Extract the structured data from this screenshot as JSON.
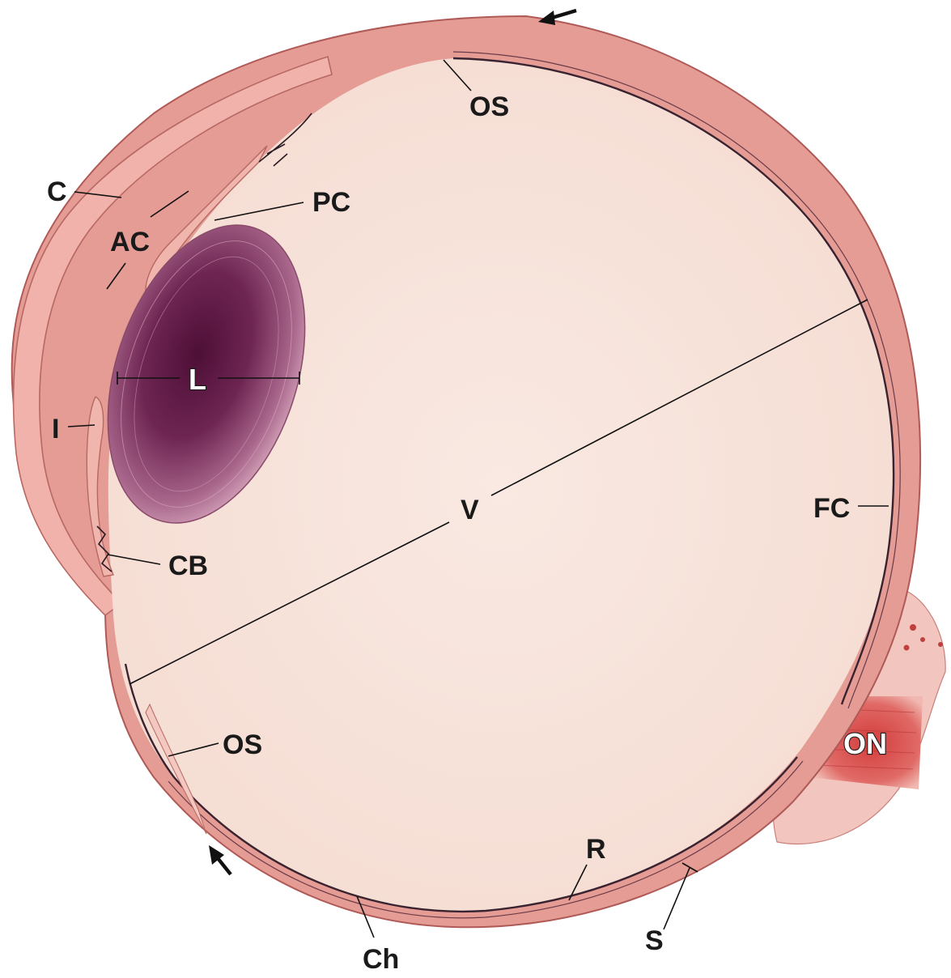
{
  "labels": {
    "os_top": "OS",
    "c": "C",
    "pc": "PC",
    "ac": "AC",
    "l": "L",
    "i": "I",
    "v": "V",
    "fc": "FC",
    "cb": "CB",
    "os_bottom": "OS",
    "on": "ON",
    "r": "R",
    "s": "S",
    "ch": "Ch"
  },
  "colors": {
    "background": "#ffffff",
    "vitreous": "#f7e4dc",
    "sclera": "#d98a86",
    "sclera_dark": "#b85a5c",
    "retina_line": "#3a2330",
    "cornea": "#eeb0aa",
    "lens_outer": "#c98ea8",
    "lens_core": "#5e1a42",
    "optic_nerve": "#d64a48",
    "label_text": "#1a1a1a",
    "leader_line": "#111111"
  }
}
